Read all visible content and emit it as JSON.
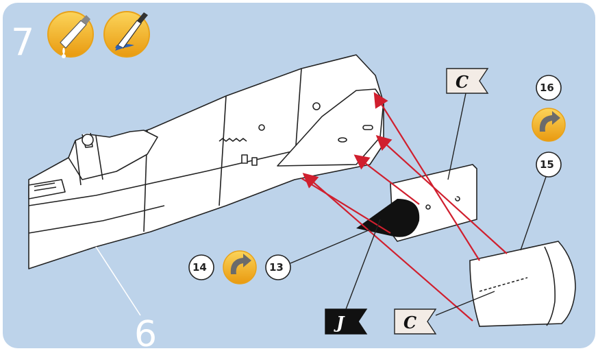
{
  "step": {
    "number": "7"
  },
  "tool_icons": [
    {
      "name": "glue-bottle-icon"
    },
    {
      "name": "paint-brush-icon"
    }
  ],
  "parts": {
    "p13": "13",
    "p14": "14",
    "p15": "15",
    "p16": "16"
  },
  "callout": {
    "number": "6"
  },
  "flags": {
    "c_top": "C",
    "c_bottom": "C",
    "j_bottom": "J"
  },
  "colors": {
    "panel": "#bdd3ea",
    "accent_orange": "#f2b01e",
    "arrow_red": "#d01f2e",
    "outline": "#222222"
  }
}
